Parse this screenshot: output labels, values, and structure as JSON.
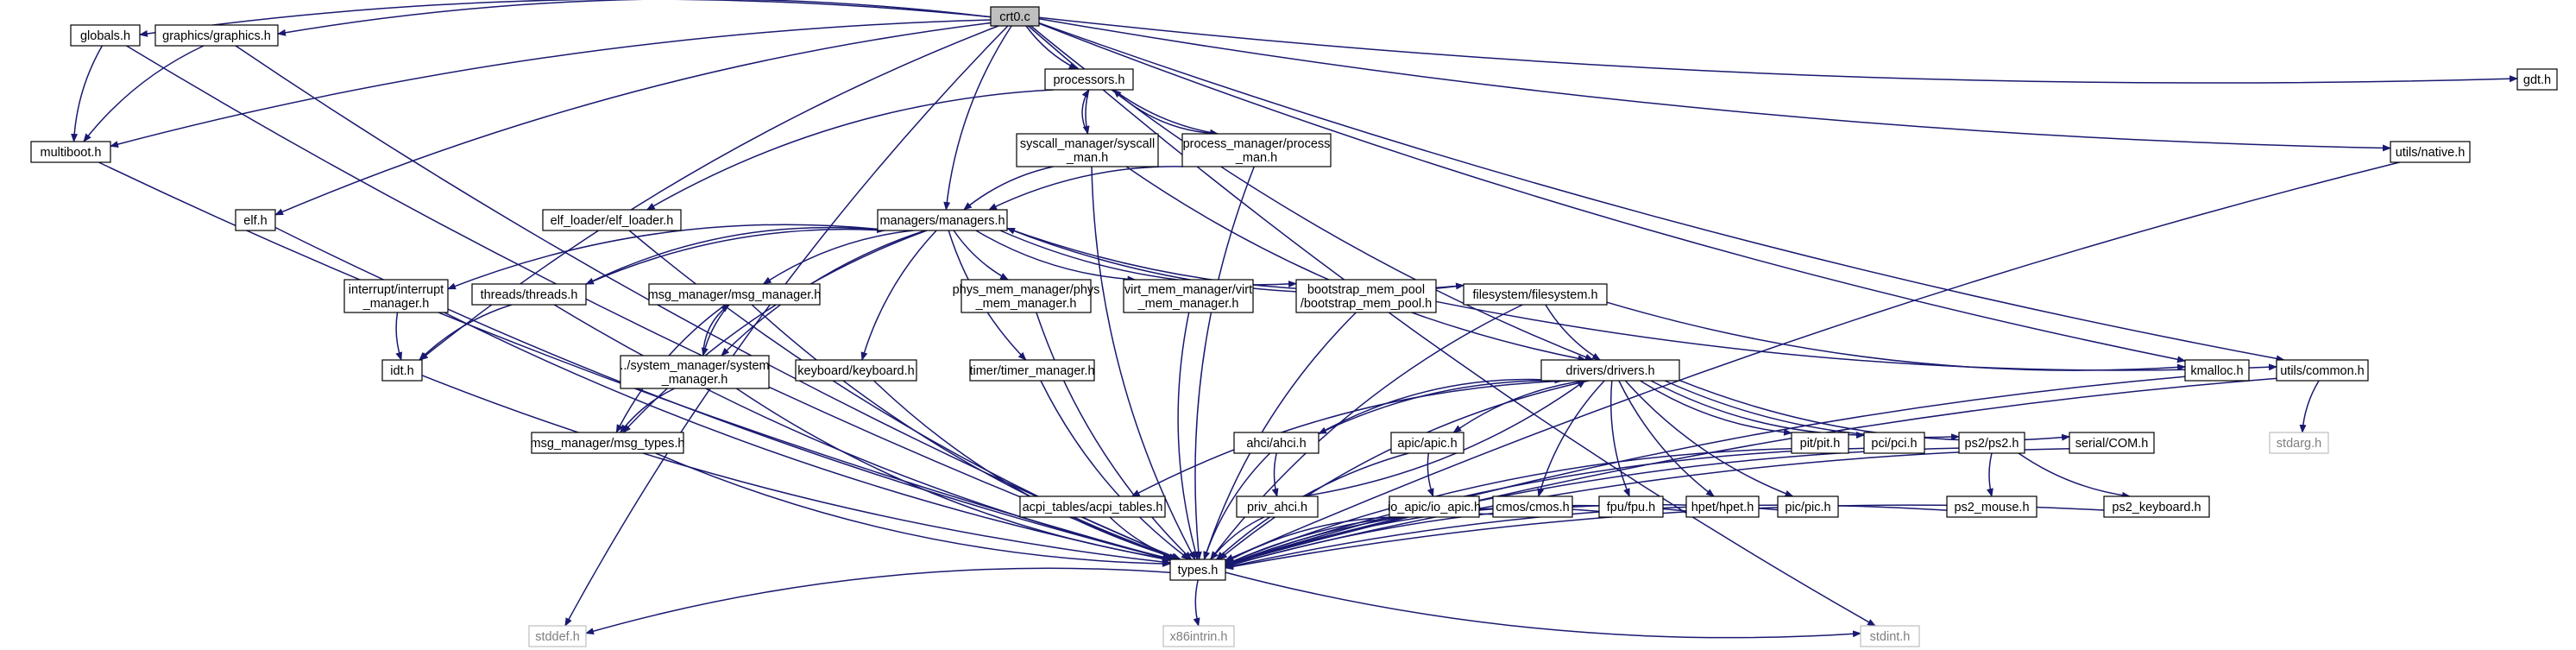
{
  "colors": {
    "edge": "#191970",
    "root_fill": "#bfbfbf",
    "system_stroke": "#bfbfbf",
    "system_text": "#7f7f7f"
  },
  "nodes": {
    "crt0": {
      "lines": [
        "crt0.c"
      ],
      "kind": "root"
    },
    "gdt": {
      "lines": [
        "gdt.h"
      ]
    },
    "globals": {
      "lines": [
        "globals.h"
      ]
    },
    "graphics": {
      "lines": [
        "graphics/graphics.h"
      ]
    },
    "multiboot": {
      "lines": [
        "multiboot.h"
      ]
    },
    "elf": {
      "lines": [
        "elf.h"
      ]
    },
    "processors": {
      "lines": [
        "processors.h"
      ]
    },
    "syscall": {
      "lines": [
        "syscall_manager/syscall",
        "_man.h"
      ]
    },
    "process": {
      "lines": [
        "process_manager/process",
        "_man.h"
      ]
    },
    "native": {
      "lines": [
        "utils/native.h"
      ]
    },
    "elf_loader": {
      "lines": [
        "elf_loader/elf_loader.h"
      ]
    },
    "managers": {
      "lines": [
        "managers/managers.h"
      ]
    },
    "interrupt": {
      "lines": [
        "interrupt/interrupt",
        "_manager.h"
      ]
    },
    "threads": {
      "lines": [
        "threads/threads.h"
      ]
    },
    "msg_manager": {
      "lines": [
        "msg_manager/msg_manager.h"
      ]
    },
    "phys": {
      "lines": [
        "phys_mem_manager/phys",
        "_mem_manager.h"
      ]
    },
    "virt": {
      "lines": [
        "virt_mem_manager/virt",
        "_mem_manager.h"
      ]
    },
    "bootstrap": {
      "lines": [
        "bootstrap_mem_pool",
        "/bootstrap_mem_pool.h"
      ]
    },
    "filesystem": {
      "lines": [
        "filesystem/filesystem.h"
      ]
    },
    "idt": {
      "lines": [
        "idt.h"
      ]
    },
    "system_manager": {
      "lines": [
        "../system_manager/system",
        "_manager.h"
      ]
    },
    "keyboard": {
      "lines": [
        "keyboard/keyboard.h"
      ]
    },
    "timer": {
      "lines": [
        "timer/timer_manager.h"
      ]
    },
    "drivers": {
      "lines": [
        "drivers/drivers.h"
      ]
    },
    "kmalloc": {
      "lines": [
        "kmalloc.h"
      ]
    },
    "common": {
      "lines": [
        "utils/common.h"
      ]
    },
    "msg_types": {
      "lines": [
        "msg_manager/msg_types.h"
      ]
    },
    "ahci": {
      "lines": [
        "ahci/ahci.h"
      ]
    },
    "apic": {
      "lines": [
        "apic/apic.h"
      ]
    },
    "pit": {
      "lines": [
        "pit/pit.h"
      ]
    },
    "pci": {
      "lines": [
        "pci/pci.h"
      ]
    },
    "ps2": {
      "lines": [
        "ps2/ps2.h"
      ]
    },
    "serial": {
      "lines": [
        "serial/COM.h"
      ]
    },
    "stdarg": {
      "lines": [
        "stdarg.h"
      ],
      "kind": "system"
    },
    "acpi": {
      "lines": [
        "acpi_tables/acpi_tables.h"
      ]
    },
    "priv_ahci": {
      "lines": [
        "priv_ahci.h"
      ]
    },
    "io_apic": {
      "lines": [
        "io_apic/io_apic.h"
      ]
    },
    "cmos": {
      "lines": [
        "cmos/cmos.h"
      ]
    },
    "fpu": {
      "lines": [
        "fpu/fpu.h"
      ]
    },
    "hpet": {
      "lines": [
        "hpet/hpet.h"
      ]
    },
    "pic": {
      "lines": [
        "pic/pic.h"
      ]
    },
    "ps2_mouse": {
      "lines": [
        "ps2_mouse.h"
      ]
    },
    "ps2_keyboard": {
      "lines": [
        "ps2_keyboard.h"
      ]
    },
    "types": {
      "lines": [
        "types.h"
      ]
    },
    "stddef": {
      "lines": [
        "stddef.h"
      ],
      "kind": "system"
    },
    "x86intrin": {
      "lines": [
        "x86intrin.h"
      ],
      "kind": "system"
    },
    "stdint": {
      "lines": [
        "stdint.h"
      ],
      "kind": "system"
    }
  },
  "edges": [
    [
      "crt0",
      "gdt"
    ],
    [
      "crt0",
      "globals"
    ],
    [
      "crt0",
      "graphics"
    ],
    [
      "crt0",
      "multiboot"
    ],
    [
      "crt0",
      "elf"
    ],
    [
      "crt0",
      "processors"
    ],
    [
      "crt0",
      "managers"
    ],
    [
      "crt0",
      "idt"
    ],
    [
      "crt0",
      "drivers"
    ],
    [
      "crt0",
      "kmalloc"
    ],
    [
      "crt0",
      "common"
    ],
    [
      "crt0",
      "native"
    ],
    [
      "crt0",
      "stddef"
    ],
    [
      "crt0",
      "stdint"
    ],
    [
      "globals",
      "multiboot"
    ],
    [
      "globals",
      "types"
    ],
    [
      "graphics",
      "multiboot"
    ],
    [
      "graphics",
      "types"
    ],
    [
      "multiboot",
      "types"
    ],
    [
      "elf",
      "types"
    ],
    [
      "processors",
      "elf_loader"
    ],
    [
      "processors",
      "syscall"
    ],
    [
      "processors",
      "process"
    ],
    [
      "syscall",
      "processors"
    ],
    [
      "syscall",
      "managers"
    ],
    [
      "syscall",
      "drivers"
    ],
    [
      "syscall",
      "types"
    ],
    [
      "process",
      "processors"
    ],
    [
      "process",
      "managers"
    ],
    [
      "process",
      "types"
    ],
    [
      "native",
      "types"
    ],
    [
      "elf_loader",
      "types"
    ],
    [
      "managers",
      "interrupt"
    ],
    [
      "managers",
      "threads"
    ],
    [
      "managers",
      "msg_manager"
    ],
    [
      "managers",
      "phys"
    ],
    [
      "managers",
      "virt"
    ],
    [
      "managers",
      "bootstrap"
    ],
    [
      "managers",
      "filesystem"
    ],
    [
      "managers",
      "system_manager"
    ],
    [
      "managers",
      "keyboard"
    ],
    [
      "managers",
      "timer"
    ],
    [
      "managers",
      "msg_types"
    ],
    [
      "interrupt",
      "idt"
    ],
    [
      "interrupt",
      "types"
    ],
    [
      "threads",
      "managers"
    ],
    [
      "threads",
      "idt"
    ],
    [
      "threads",
      "types"
    ],
    [
      "msg_manager",
      "system_manager"
    ],
    [
      "msg_manager",
      "msg_types"
    ],
    [
      "msg_manager",
      "types"
    ],
    [
      "system_manager",
      "msg_manager"
    ],
    [
      "system_manager",
      "msg_types"
    ],
    [
      "system_manager",
      "types"
    ],
    [
      "phys",
      "types"
    ],
    [
      "virt",
      "types"
    ],
    [
      "bootstrap",
      "types"
    ],
    [
      "bootstrap",
      "common"
    ],
    [
      "filesystem",
      "managers"
    ],
    [
      "filesystem",
      "drivers"
    ],
    [
      "filesystem",
      "kmalloc"
    ],
    [
      "filesystem",
      "types"
    ],
    [
      "idt",
      "types"
    ],
    [
      "keyboard",
      "types"
    ],
    [
      "timer",
      "types"
    ],
    [
      "msg_types",
      "types"
    ],
    [
      "drivers",
      "ahci"
    ],
    [
      "drivers",
      "apic"
    ],
    [
      "drivers",
      "pit"
    ],
    [
      "drivers",
      "pci"
    ],
    [
      "drivers",
      "ps2"
    ],
    [
      "drivers",
      "serial"
    ],
    [
      "drivers",
      "acpi"
    ],
    [
      "drivers",
      "cmos"
    ],
    [
      "drivers",
      "fpu"
    ],
    [
      "drivers",
      "hpet"
    ],
    [
      "drivers",
      "pic"
    ],
    [
      "drivers",
      "types"
    ],
    [
      "ahci",
      "drivers"
    ],
    [
      "ahci",
      "priv_ahci"
    ],
    [
      "ahci",
      "types"
    ],
    [
      "priv_ahci",
      "drivers"
    ],
    [
      "priv_ahci",
      "types"
    ],
    [
      "apic",
      "io_apic"
    ],
    [
      "apic",
      "types"
    ],
    [
      "io_apic",
      "types"
    ],
    [
      "acpi",
      "types"
    ],
    [
      "cmos",
      "types"
    ],
    [
      "fpu",
      "types"
    ],
    [
      "hpet",
      "types"
    ],
    [
      "pic",
      "types"
    ],
    [
      "pit",
      "types"
    ],
    [
      "pci",
      "types"
    ],
    [
      "ps2",
      "ps2_mouse"
    ],
    [
      "ps2",
      "ps2_keyboard"
    ],
    [
      "ps2",
      "types"
    ],
    [
      "ps2_mouse",
      "types"
    ],
    [
      "ps2_keyboard",
      "types"
    ],
    [
      "serial",
      "types"
    ],
    [
      "kmalloc",
      "types"
    ],
    [
      "common",
      "stdarg"
    ],
    [
      "common",
      "types"
    ],
    [
      "types",
      "stddef"
    ],
    [
      "types",
      "x86intrin"
    ],
    [
      "types",
      "stdint"
    ]
  ]
}
